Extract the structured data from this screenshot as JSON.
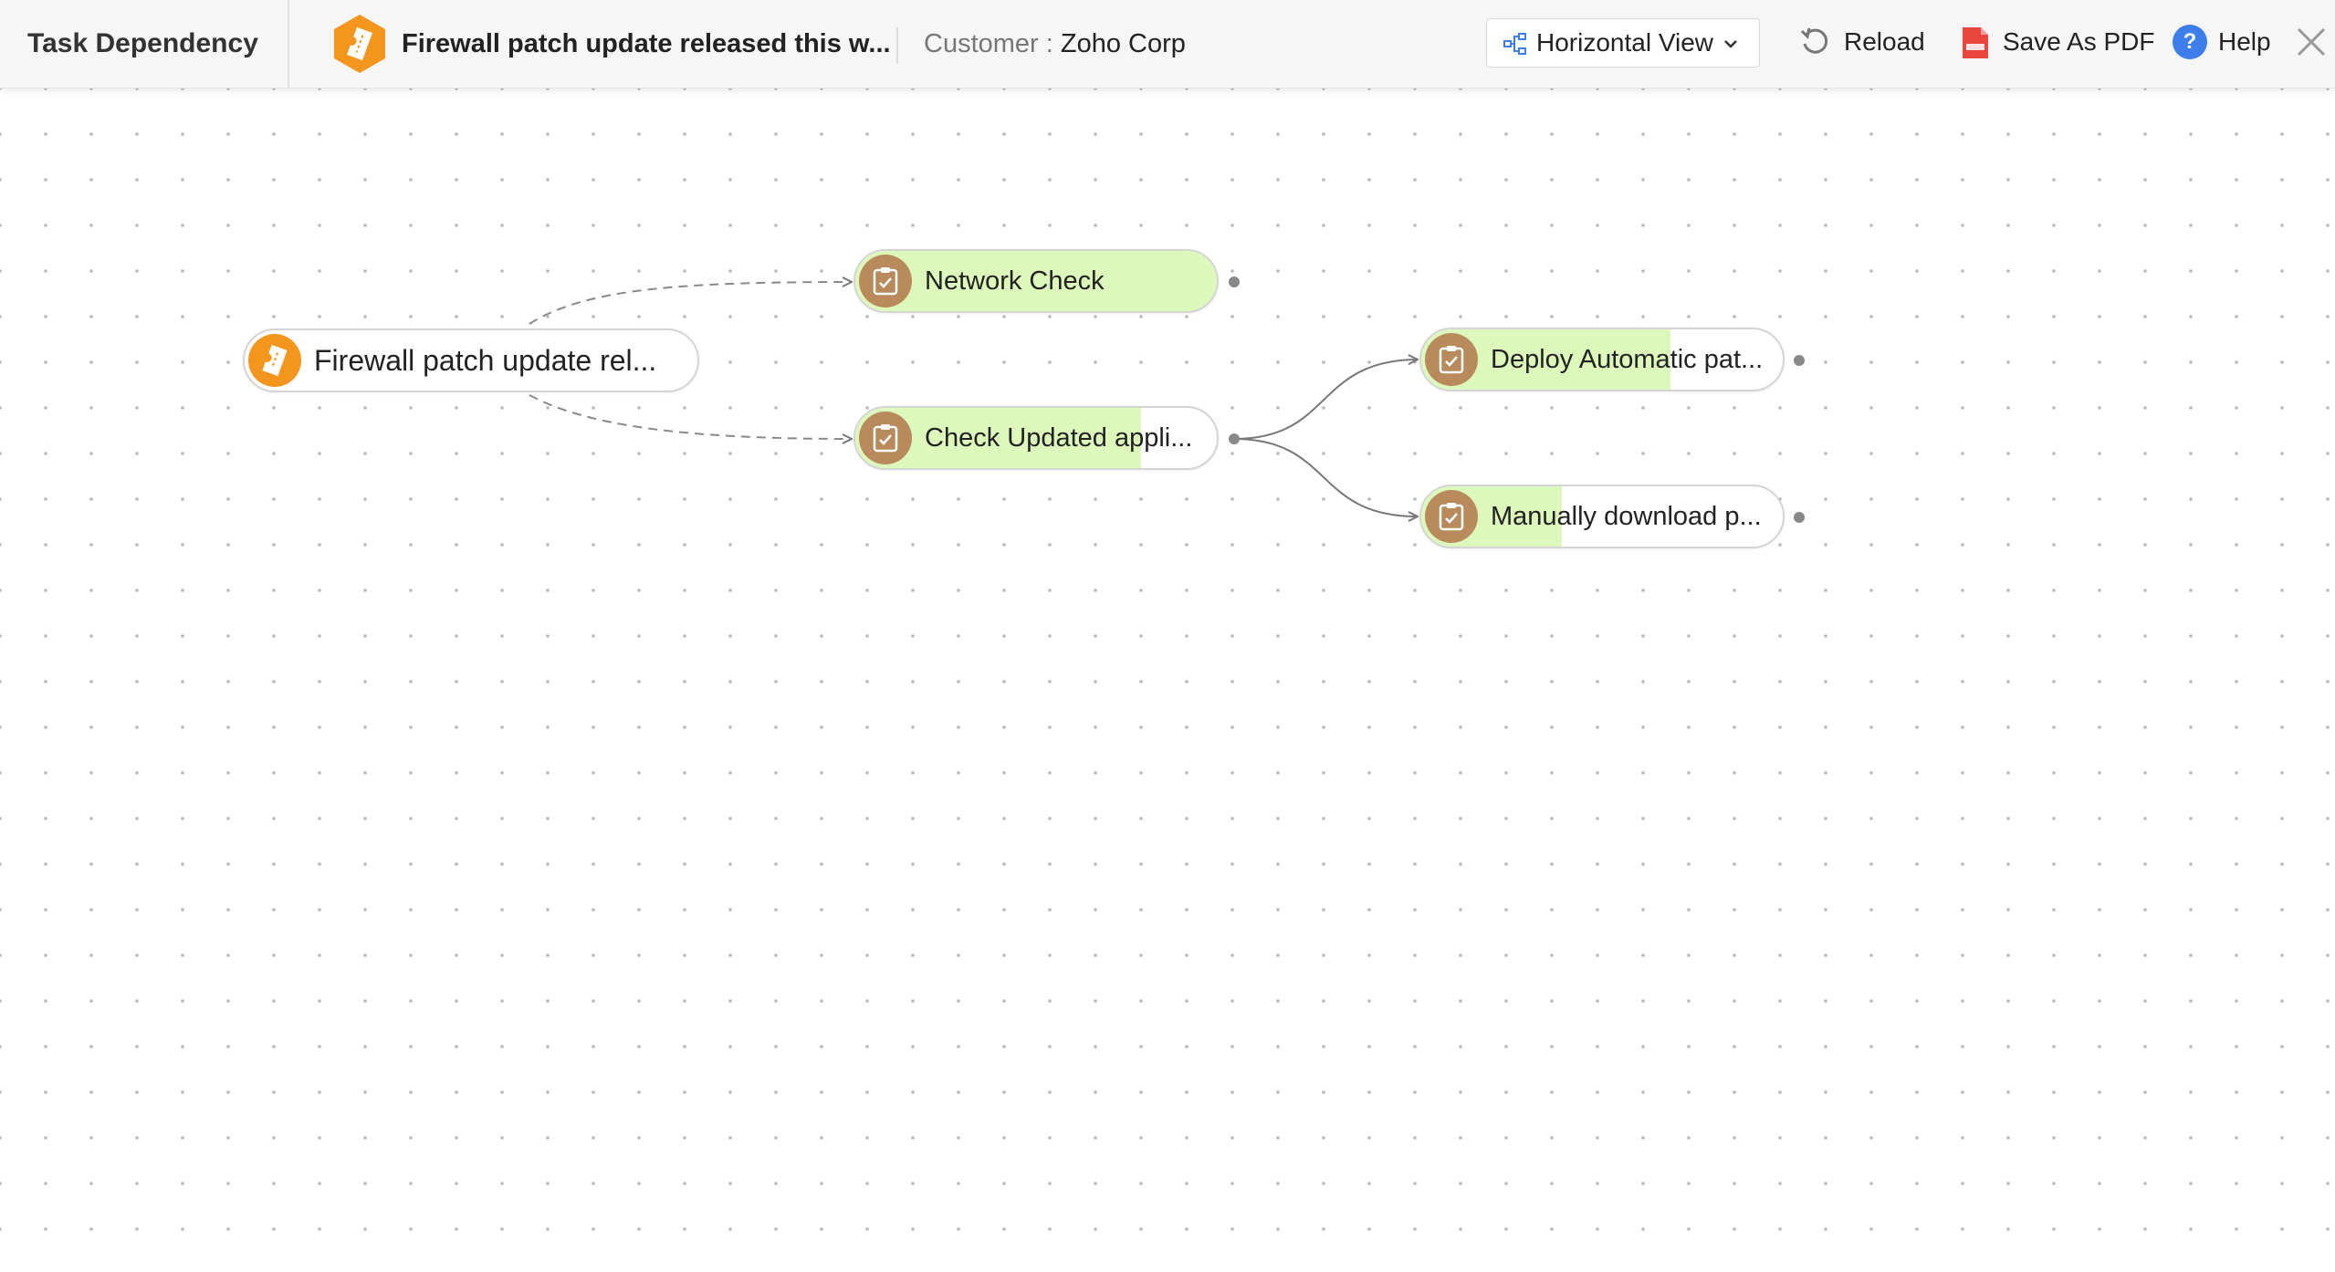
{
  "header": {
    "title": "Task Dependency",
    "request_subject": "Firewall patch update released this w...",
    "customer_label": "Customer : ",
    "customer_value": "Zoho Corp",
    "view_select": "Horizontal View",
    "reload_label": "Reload",
    "pdf_label": "Save As PDF",
    "help_label": "Help",
    "help_glyph": "?"
  },
  "graph": {
    "root": {
      "label": "Firewall patch update rel..."
    },
    "tasks": [
      {
        "label": "Network Check",
        "progress": 1.0
      },
      {
        "label": "Check Updated appli...",
        "progress": 0.79
      },
      {
        "label": "Deploy Automatic pat...",
        "progress": 0.69
      },
      {
        "label": "Manually download p...",
        "progress": 0.39
      }
    ]
  },
  "colors": {
    "progress_fill": "#dcf8bb",
    "task_icon_bg": "#b98b5c",
    "request_icon_bg": "#f4951d",
    "help_blue": "#3d7eea",
    "pdf_red": "#e9443e"
  }
}
